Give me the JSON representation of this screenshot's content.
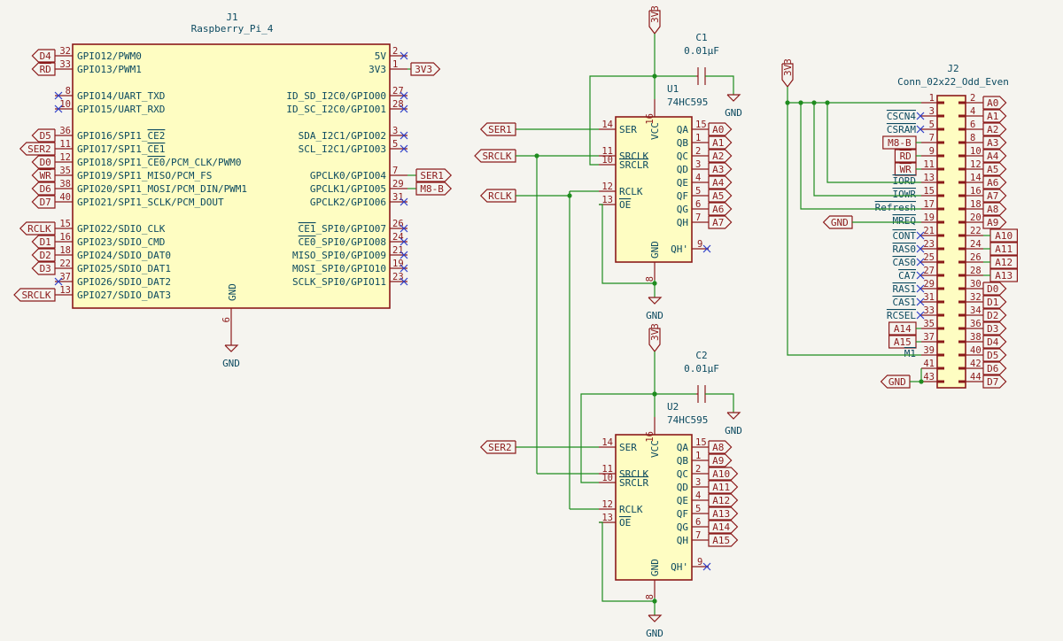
{
  "J1": {
    "ref": "J1",
    "value": "Raspberry_Pi_4",
    "ground": "GND",
    "gnd_pin": "6",
    "left": [
      {
        "pin": "32",
        "name": "GPIO12/PWM0",
        "label": "D4",
        "nc": false
      },
      {
        "pin": "33",
        "name": "GPIO13/PWM1",
        "label": "RD",
        "nc": false,
        "over": true
      },
      {
        "pin": "8",
        "name": "GPIO14/UART_TXD",
        "label": "",
        "nc": true
      },
      {
        "pin": "10",
        "name": "GPIO15/UART_RXD",
        "label": "",
        "nc": true
      },
      {
        "pin": "36",
        "name": "GPIO16/SPI1_CE2",
        "label": "D5",
        "nc": false
      },
      {
        "pin": "11",
        "name": "GPIO17/SPI1_CE1",
        "label": "SER2",
        "nc": false
      },
      {
        "pin": "12",
        "name": "GPIO18/SPI1_CE0/PCM_CLK/PWM0",
        "label": "D0",
        "nc": false
      },
      {
        "pin": "35",
        "name": "GPIO19/SPI1_MISO/PCM_FS",
        "label": "WR",
        "nc": false,
        "over": true
      },
      {
        "pin": "38",
        "name": "GPIO20/SPI1_MOSI/PCM_DIN/PWM1",
        "label": "D6",
        "nc": false
      },
      {
        "pin": "40",
        "name": "GPIO21/SPI1_SCLK/PCM_DOUT",
        "label": "D7",
        "nc": false
      },
      {
        "pin": "15",
        "name": "GPIO22/SDIO_CLK",
        "label": "RCLK",
        "nc": false
      },
      {
        "pin": "16",
        "name": "GPIO23/SDIO_CMD",
        "label": "D1",
        "nc": false
      },
      {
        "pin": "18",
        "name": "GPIO24/SDIO_DAT0",
        "label": "D2",
        "nc": false
      },
      {
        "pin": "22",
        "name": "GPIO25/SDIO_DAT1",
        "label": "D3",
        "nc": false
      },
      {
        "pin": "37",
        "name": "GPIO26/SDIO_DAT2",
        "label": "",
        "nc": true
      },
      {
        "pin": "13",
        "name": "GPIO27/SDIO_DAT3",
        "label": "SRCLK",
        "nc": false
      }
    ],
    "right": [
      {
        "pin": "2",
        "name": "5V",
        "label": "",
        "nc": true
      },
      {
        "pin": "1",
        "name": "3V3",
        "label": "3V3",
        "nc": false
      },
      {
        "pin": "27",
        "name": "ID_SD_I2C0/GPIO00",
        "label": "",
        "nc": true
      },
      {
        "pin": "28",
        "name": "ID_SC_I2C0/GPIO01",
        "label": "",
        "nc": true
      },
      {
        "pin": "3",
        "name": "SDA_I2C1/GPIO02",
        "label": "",
        "nc": true
      },
      {
        "pin": "5",
        "name": "SCL_I2C1/GPIO03",
        "label": "",
        "nc": true
      },
      {
        "pin": "7",
        "name": "GPCLK0/GPIO04",
        "label": "SER1",
        "nc": false
      },
      {
        "pin": "29",
        "name": "GPCLK1/GPIO05",
        "label": "M8-B",
        "nc": false
      },
      {
        "pin": "31",
        "name": "GPCLK2/GPIO06",
        "label": "",
        "nc": true
      },
      {
        "pin": "26",
        "name": "CE1_SPI0/GPIO07",
        "label": "",
        "nc": true
      },
      {
        "pin": "24",
        "name": "CE0_SPI0/GPIO08",
        "label": "",
        "nc": true
      },
      {
        "pin": "21",
        "name": "MISO_SPI0/GPIO09",
        "label": "",
        "nc": true
      },
      {
        "pin": "19",
        "name": "MOSI_SPI0/GPIO10",
        "label": "",
        "nc": true
      },
      {
        "pin": "23",
        "name": "SCLK_SPI0/GPIO11",
        "label": "",
        "nc": true
      }
    ]
  },
  "U1": {
    "ref": "U1",
    "value": "74HC595",
    "cap_ref": "C1",
    "cap_value": "0.01µF",
    "power": "3V3",
    "ground": "GND",
    "cap_ground": "GND",
    "ser_label": "SER1",
    "outputs": [
      "A0",
      "A1",
      "A2",
      "A3",
      "A4",
      "A5",
      "A6",
      "A7"
    ]
  },
  "U2": {
    "ref": "U2",
    "value": "74HC595",
    "cap_ref": "C2",
    "cap_value": "0.01µF",
    "power": "3V3",
    "ground": "GND",
    "cap_ground": "GND",
    "ser_label": "SER2",
    "outputs": [
      "A8",
      "A9",
      "A10",
      "A11",
      "A12",
      "A13",
      "A14",
      "A15"
    ]
  },
  "shift_pins": {
    "left": [
      {
        "pin": "14",
        "name": "SER"
      },
      {
        "pin": "11",
        "name": "SRCLK"
      },
      {
        "pin": "10",
        "name": "SRCLR",
        "over": true
      },
      {
        "pin": "12",
        "name": "RCLK"
      },
      {
        "pin": "13",
        "name": "OE",
        "over": true
      }
    ],
    "right": [
      {
        "pin": "15",
        "name": "QA"
      },
      {
        "pin": "1",
        "name": "QB"
      },
      {
        "pin": "2",
        "name": "QC"
      },
      {
        "pin": "3",
        "name": "QD"
      },
      {
        "pin": "4",
        "name": "QE"
      },
      {
        "pin": "5",
        "name": "QF"
      },
      {
        "pin": "6",
        "name": "QG"
      },
      {
        "pin": "7",
        "name": "QH"
      }
    ],
    "qh_prime": {
      "pin": "9",
      "name": "QH'"
    },
    "vcc": {
      "pin": "16",
      "name": "VCC"
    },
    "gnd": {
      "pin": "8",
      "name": "GND"
    }
  },
  "shared_labels": {
    "srclk": "SRCLK",
    "rclk": "RCLK"
  },
  "J2": {
    "ref": "J2",
    "value": "Conn_02x22_Odd_Even",
    "power": "3V3",
    "odd": [
      {
        "pin": "1",
        "label": "",
        "nc": false
      },
      {
        "pin": "3",
        "label": "CSCN4",
        "nc": true,
        "over": true
      },
      {
        "pin": "5",
        "label": "CSRAM",
        "nc": true,
        "over": true
      },
      {
        "pin": "7",
        "label": "M8-B",
        "nc": false
      },
      {
        "pin": "9",
        "label": "RD",
        "nc": false,
        "over": true
      },
      {
        "pin": "11",
        "label": "WR",
        "nc": false,
        "over": true
      },
      {
        "pin": "13",
        "label": "IORD",
        "nc": false,
        "over": true,
        "local": true
      },
      {
        "pin": "15",
        "label": "IOWR",
        "nc": false,
        "over": true,
        "local": true
      },
      {
        "pin": "17",
        "label": "Refresh",
        "nc": false,
        "over": true,
        "local": true
      },
      {
        "pin": "19",
        "label": "MREQ",
        "nc": false,
        "over": true,
        "local": true
      },
      {
        "pin": "21",
        "label": "CONT",
        "nc": true,
        "over": true
      },
      {
        "pin": "23",
        "label": "RAS0",
        "nc": true,
        "over": true
      },
      {
        "pin": "25",
        "label": "CAS0",
        "nc": true,
        "over": true
      },
      {
        "pin": "27",
        "label": "CA7",
        "nc": true,
        "over": true
      },
      {
        "pin": "29",
        "label": "RAS1",
        "nc": true,
        "over": true
      },
      {
        "pin": "31",
        "label": "CAS1",
        "nc": true,
        "over": true
      },
      {
        "pin": "33",
        "label": "RCSEL",
        "nc": true,
        "over": true
      },
      {
        "pin": "35",
        "label": "A14",
        "nc": false
      },
      {
        "pin": "37",
        "label": "A15",
        "nc": false
      },
      {
        "pin": "39",
        "label": "M1",
        "nc": false,
        "over": true,
        "local": true
      },
      {
        "pin": "41",
        "label": "",
        "nc": false
      },
      {
        "pin": "43",
        "label": "GND",
        "nc": false
      }
    ],
    "even": [
      {
        "pin": "2",
        "label": "A0"
      },
      {
        "pin": "4",
        "label": "A1"
      },
      {
        "pin": "6",
        "label": "A2"
      },
      {
        "pin": "8",
        "label": "A3"
      },
      {
        "pin": "10",
        "label": "A4"
      },
      {
        "pin": "12",
        "label": "A5"
      },
      {
        "pin": "14",
        "label": "A6"
      },
      {
        "pin": "16",
        "label": "A7"
      },
      {
        "pin": "18",
        "label": "A8"
      },
      {
        "pin": "20",
        "label": "A9"
      },
      {
        "pin": "22",
        "label": "A10"
      },
      {
        "pin": "24",
        "label": "A11"
      },
      {
        "pin": "26",
        "label": "A12"
      },
      {
        "pin": "28",
        "label": "A13"
      },
      {
        "pin": "30",
        "label": "D0"
      },
      {
        "pin": "32",
        "label": "D1"
      },
      {
        "pin": "34",
        "label": "D2"
      },
      {
        "pin": "36",
        "label": "D3"
      },
      {
        "pin": "38",
        "label": "D4"
      },
      {
        "pin": "40",
        "label": "D5"
      },
      {
        "pin": "42",
        "label": "D6"
      },
      {
        "pin": "44",
        "label": "D7"
      }
    ],
    "gnd_label": "GND"
  }
}
